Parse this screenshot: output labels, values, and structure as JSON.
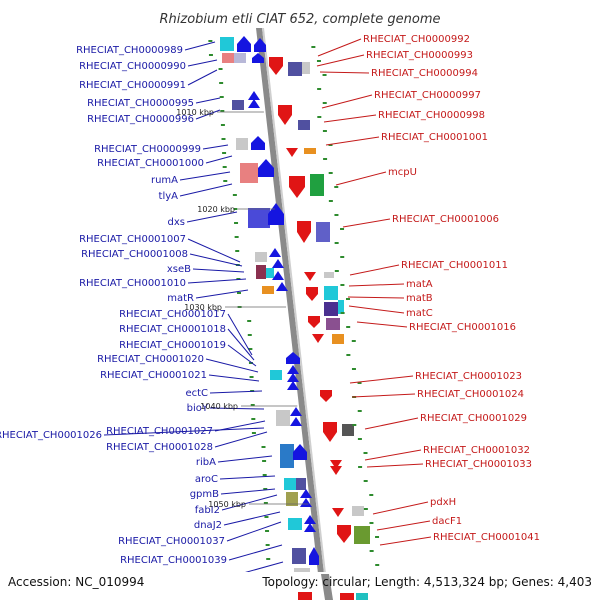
{
  "title": "Rhizobium etli CIAT 652, complete genome",
  "footer": {
    "accession": "Accession: NC_010994",
    "summary": "Topology: circular; Length: 4,513,324 bp; Genes: 4,403"
  },
  "colors": {
    "forward": "#1515e0",
    "reverse": "#e01515",
    "left_label": "#1a1aa6",
    "right_label": "#c41a1a",
    "backbone": "#8a8a8a",
    "tick": "#2e8b2e"
  },
  "scale_marks": [
    "1010 kbp",
    "1020 kbp",
    "1030 kbp",
    "1040 kbp",
    "1050 kbp"
  ],
  "left_labels": [
    "RHECIAT_CH0000989",
    "RHECIAT_CH0000990",
    "RHECIAT_CH0000991",
    "RHECIAT_CH0000995",
    "RHECIAT_CH0000996",
    "RHECIAT_CH0000999",
    "RHECIAT_CH0001000",
    "rumA",
    "tlyA",
    "dxs",
    "RHECIAT_CH0001007",
    "RHECIAT_CH0001008",
    "xseB",
    "RHECIAT_CH0001010",
    "matR",
    "RHECIAT_CH0001017",
    "RHECIAT_CH0001018",
    "RHECIAT_CH0001019",
    "RHECIAT_CH0001020",
    "RHECIAT_CH0001021",
    "ectC",
    "bioY",
    "RHECIAT_CH0001027",
    "RHECIAT_CH0001026",
    "RHECIAT_CH0001028",
    "ribA",
    "aroC",
    "gpmB",
    "fabI2",
    "dnaJ2",
    "RHECIAT_CH0001037",
    "RHECIAT_CH0001039",
    "pit"
  ],
  "right_labels": [
    "RHECIAT_CH0000992",
    "RHECIAT_CH0000993",
    "RHECIAT_CH0000994",
    "RHECIAT_CH0000997",
    "RHECIAT_CH0000998",
    "RHECIAT_CH0001001",
    "mcpU",
    "RHECIAT_CH0001006",
    "RHECIAT_CH0001011",
    "matA",
    "matB",
    "matC",
    "RHECIAT_CH0001016",
    "RHECIAT_CH0001023",
    "RHECIAT_CH0001024",
    "RHECIAT_CH0001029",
    "RHECIAT_CH0001032",
    "RHECIAT_CH0001033",
    "pdxH",
    "dacF1",
    "RHECIAT_CH0001041"
  ]
}
